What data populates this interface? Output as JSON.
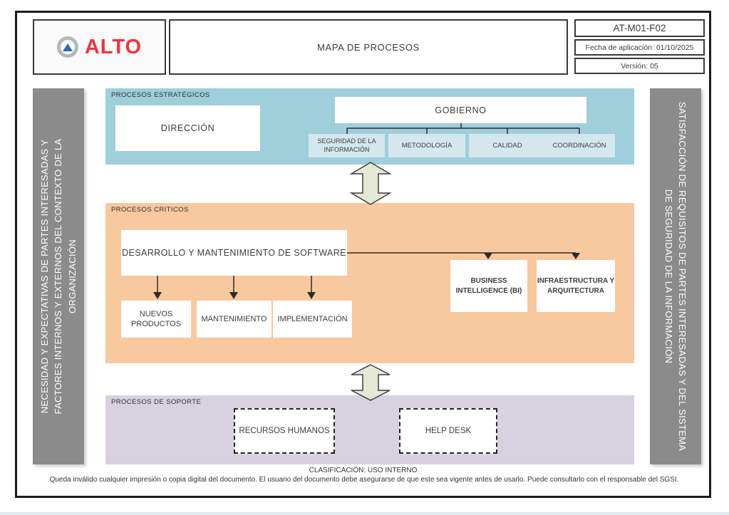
{
  "header": {
    "logo": {
      "brand": "ALTO"
    },
    "title": "MAPA DE PROCESOS",
    "doc_code": "AT-M01-F02",
    "application_date": "Fecha de aplicación: 01/10/2025",
    "version": "Versión: 05"
  },
  "sidebars": {
    "left": "NECESIDAD Y EXPECTATIVAS DE PARTES INTERESADAS Y FACTORES INTERNOS Y EXTERNOS DEL CONTEXTO DE LA ORGANIZACIÓN",
    "right": "SATISFACCIÓN DE REQUISITOS DE PARTES INTERESADAS Y DEL SISTEMA DE SEGURIDAD DE LA INFORMACIÓN"
  },
  "bands": {
    "estrategicos": {
      "label": "PROCESOS ESTRATÉGICOS",
      "direccion": "DIRECCIÓN",
      "gobierno": "GOBIERNO",
      "children": [
        "SEGURIDAD DE LA INFORMACIÓN",
        "METODOLOGÍA",
        "CALIDAD",
        "COORDINACIÓN"
      ]
    },
    "criticos": {
      "label": "PROCESOS CRITICOS",
      "main": "DESARROLLO Y MANTENIMIENTO DE SOFTWARE",
      "children": [
        "NUEVOS PRODUCTOS",
        "MANTENIMIENTO",
        "IMPLEMENTACIÓN"
      ],
      "side": [
        "BUSINESS INTELLIGENCE (BI)",
        "INFRAESTRUCTURA Y ARQUITECTURA"
      ]
    },
    "soporte": {
      "label": "PROCESOS DE SOPORTE",
      "children": [
        "RECURSOS HUMANOS",
        "HELP DESK"
      ]
    }
  },
  "footer": {
    "classification": "CLASIFICACIÓN: USO INTERNO",
    "disclaimer": "Queda inválido cualquier impresión o copia digital del documento. El usuario del documento debe asegurarse de que este sea vigente antes de usarlo. Puede consultarlo con el responsable del SGSI."
  },
  "colors": {
    "band_blue": "#9ecfdb",
    "band_blue_child": "#d4e7ef",
    "band_orange": "#f8c89e",
    "band_purple": "#d8d2e0",
    "sidebar_gray": "#8b8b8b",
    "arrow_fill": "#e4e8d4",
    "logo_red": "#f4323e",
    "logo_blue": "#2d6cb3",
    "logo_ring": "#b5b9bc"
  }
}
